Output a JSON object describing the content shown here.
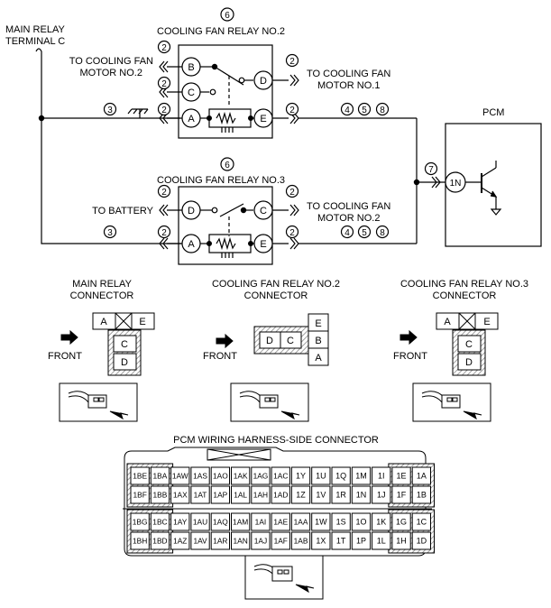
{
  "colors": {
    "ink": "#000000",
    "paper": "#ffffff",
    "hatch": "#8a8a8a"
  },
  "labels": {
    "main_relay_terminal": [
      "MAIN RELAY",
      "TERMINAL C"
    ],
    "relay2_num": "6",
    "relay2_title": "COOLING FAN RELAY NO.2",
    "relay3_num": "6",
    "relay3_title": "COOLING FAN RELAY NO.3",
    "to_fan2_top": [
      "TO COOLING FAN",
      "MOTOR NO.2"
    ],
    "to_fan1": [
      "TO COOLING FAN",
      "MOTOR NO.1"
    ],
    "to_battery": "TO BATTERY",
    "to_fan2_bottom": [
      "TO COOLING FAN",
      "MOTOR NO.2"
    ],
    "pcm": "PCM",
    "pcm_pin": "1N",
    "ref2": "2",
    "ref3": "3",
    "ref7": "7",
    "ref_group": [
      "4",
      "5",
      "8"
    ],
    "relay2_pins": [
      "B",
      "C",
      "A",
      "D",
      "E"
    ],
    "relay3_pins": [
      "D",
      "A",
      "C",
      "E"
    ]
  },
  "connectors": {
    "main_relay": {
      "title": [
        "MAIN RELAY",
        "CONNECTOR"
      ],
      "pins": [
        "A",
        "E",
        "C",
        "D"
      ],
      "front": "FRONT"
    },
    "fan_relay2": {
      "title": [
        "COOLING FAN RELAY NO.2",
        "CONNECTOR"
      ],
      "pins": [
        "D",
        "C",
        "E",
        "B",
        "A"
      ],
      "front": "FRONT"
    },
    "fan_relay3": {
      "title": [
        "COOLING FAN RELAY NO.3",
        "CONNECTOR"
      ],
      "pins": [
        "A",
        "E",
        "C",
        "D"
      ],
      "front": "FRONT"
    }
  },
  "pcm_connector": {
    "title": "PCM WIRING HARNESS-SIDE CONNECTOR",
    "top_rows": [
      [
        "1BE",
        "1BA",
        "1AW",
        "1AS",
        "1AO",
        "1AK",
        "1AG",
        "1AC",
        "1Y",
        "1U",
        "1Q",
        "1M",
        "1I",
        "1E",
        "1A"
      ],
      [
        "1BF",
        "1BB",
        "1AX",
        "1AT",
        "1AP",
        "1AL",
        "1AH",
        "1AD",
        "1Z",
        "1V",
        "1R",
        "1N",
        "1J",
        "1F",
        "1B"
      ]
    ],
    "bottom_rows": [
      [
        "1BG",
        "1BC",
        "1AY",
        "1AU",
        "1AQ",
        "1AM",
        "1AI",
        "1AE",
        "1AA",
        "1W",
        "1S",
        "1O",
        "1K",
        "1G",
        "1C"
      ],
      [
        "1BH",
        "1BD",
        "1AZ",
        "1AV",
        "1AR",
        "1AN",
        "1AJ",
        "1AF",
        "1AB",
        "1X",
        "1T",
        "1P",
        "1L",
        "1H",
        "1D"
      ]
    ]
  }
}
